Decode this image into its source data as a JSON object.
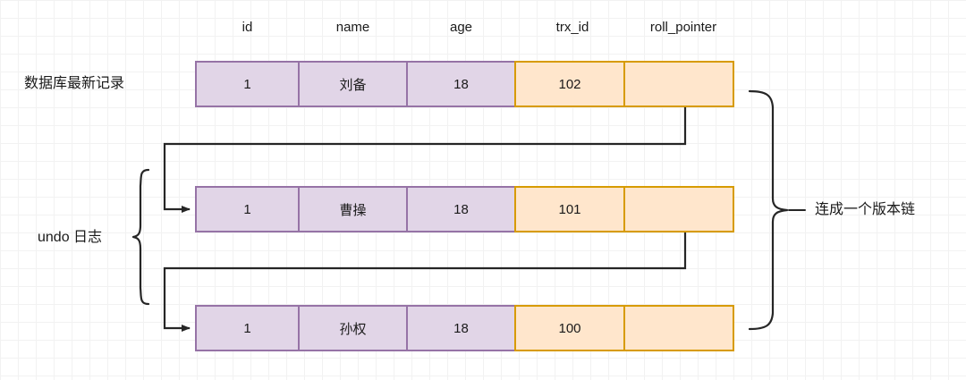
{
  "diagram": {
    "title_labels": {
      "latest_record": "数据库最新记录",
      "undo_log": "undo 日志",
      "version_chain": "连成一个版本链"
    },
    "columns": [
      {
        "key": "id",
        "label": "id",
        "width": 117,
        "color": "purple"
      },
      {
        "key": "name",
        "label": "name",
        "width": 123,
        "color": "purple"
      },
      {
        "key": "age",
        "label": "age",
        "width": 123,
        "color": "purple"
      },
      {
        "key": "trx_id",
        "label": "trx_id",
        "width": 124,
        "color": "orange"
      },
      {
        "key": "roll_pointer",
        "label": "roll_pointer",
        "width": 124,
        "color": "orange"
      }
    ],
    "rows": [
      {
        "name": "latest-record-row",
        "id": "1",
        "person": "刘备",
        "age": "18",
        "trx_id": "102",
        "roll_pointer": ""
      },
      {
        "name": "undo-log-row-1",
        "id": "1",
        "person": "曹操",
        "age": "18",
        "trx_id": "101",
        "roll_pointer": ""
      },
      {
        "name": "undo-log-row-2",
        "id": "1",
        "person": "孙权",
        "age": "18",
        "trx_id": "100",
        "roll_pointer": ""
      }
    ],
    "colors": {
      "purple_fill": "#e1d5e7",
      "purple_stroke": "#9673a6",
      "orange_fill": "#ffe6cc",
      "orange_stroke": "#d79b00",
      "connector": "#262626",
      "grid_minor": "#f2f2f2",
      "grid_major": "#e3e3e3",
      "text": "#1a1a1a"
    }
  }
}
